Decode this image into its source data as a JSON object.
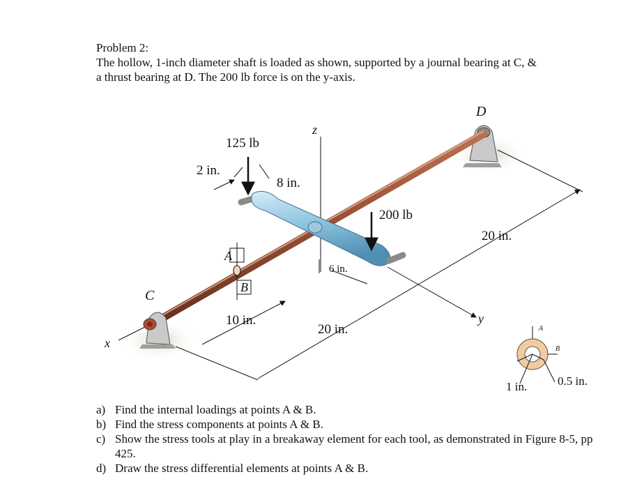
{
  "header": {
    "title": "Problem 2:",
    "line1": "The hollow, 1-inch diameter shaft is loaded as shown, supported by a journal bearing at C, &",
    "line2": "a thrust bearing at D. The 200 lb force is on the y-axis."
  },
  "figure": {
    "label_D": "D",
    "label_z": "z",
    "label_125lb": "125 lb",
    "label_2in": "2 in.",
    "label_8in": "8 in.",
    "label_200lb": "200 lb",
    "label_20in_right": "20 in.",
    "label_A": "A",
    "label_B": "B",
    "label_C": "C",
    "label_6in": "6 in.",
    "label_10in": "10 in.",
    "label_20in_bottom": "20 in.",
    "label_y": "y",
    "label_x": "x",
    "section_A": "A",
    "section_B": "B",
    "label_1in": "1 in.",
    "label_05in": "0.5 in.",
    "colors": {
      "shaft": "#a0553a",
      "arm": "#8fc4e0",
      "support": "#c9c9c9",
      "section_ring": "#f2ccA0"
    }
  },
  "questions": [
    {
      "letter": "a)",
      "text": "Find the internal loadings at points A & B."
    },
    {
      "letter": "b)",
      "text": "Find the stress components at points A & B."
    },
    {
      "letter": "c)",
      "text": "Show the stress tools at play in a breakaway element for each tool, as demonstrated in Figure 8-5, pp 425."
    },
    {
      "letter": "d)",
      "text": "Draw the stress differential elements at points A & B."
    }
  ]
}
